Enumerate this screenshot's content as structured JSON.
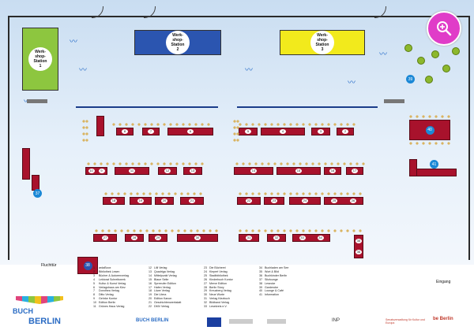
{
  "stations": [
    {
      "label": "Werk-\nshop-\nStation\n1",
      "color": "#8dc63f"
    },
    {
      "label": "Werk-\nshop-\nStation\n2",
      "color": "#2b55b0"
    },
    {
      "label": "Werk-\nshop-\nStation\n3",
      "color": "#f2ea1c"
    }
  ],
  "stands": {
    "row1": [
      "8",
      "7",
      "6",
      "5",
      "4",
      "3",
      "2",
      "1"
    ],
    "row2": [
      "10",
      "9",
      "11",
      "12",
      "13",
      "14",
      "15",
      "16",
      "17",
      "18"
    ],
    "row3": [
      "19",
      "20",
      "21",
      "22",
      "23",
      "24",
      "25",
      "26"
    ],
    "row4": [
      "27",
      "28",
      "29",
      "30",
      "31",
      "32",
      "33",
      "34",
      "35",
      "36"
    ],
    "special": [
      "40",
      "41",
      "38",
      "37",
      "39"
    ]
  },
  "labels": {
    "exit": "Fluchttür",
    "entrance": "Eingang"
  },
  "legend": [
    {
      "n": "1",
      "t": "ardaBoox"
    },
    {
      "n": "2",
      "t": "Bibliothek Lesen"
    },
    {
      "n": "3",
      "t": "Bücher & Autorenverlag"
    },
    {
      "n": "4",
      "t": "Lektorat Schreibwerk"
    },
    {
      "n": "5",
      "t": "Kultur & Kunst Verlag"
    },
    {
      "n": "6",
      "t": "Verlagshaus am Kiez"
    },
    {
      "n": "7",
      "t": "Dorothea Verlag"
    },
    {
      "n": "8",
      "t": "Ditto Verlag"
    },
    {
      "n": "9",
      "t": "Gehrke Kontor"
    },
    {
      "n": "10",
      "t": "Edition Berlin"
    },
    {
      "n": "11",
      "t": "Grünes Haus Verlag"
    },
    {
      "n": "12",
      "t": "Lilli Verlag"
    },
    {
      "n": "13",
      "t": "Quadriga Verlag"
    },
    {
      "n": "14",
      "t": "Mittelpunkt Verlag"
    },
    {
      "n": "15",
      "t": "Blaue Seite"
    },
    {
      "n": "16",
      "t": "Spreeufer Edition"
    },
    {
      "n": "17",
      "t": "Hafen Verlag"
    },
    {
      "n": "18",
      "t": "Löwe Verlag"
    },
    {
      "n": "19",
      "t": "Die Litera"
    },
    {
      "n": "20",
      "t": "Edition Kanon"
    },
    {
      "n": "21",
      "t": "Geschichtenwerkstatt"
    },
    {
      "n": "22",
      "t": "DMV Verlag"
    },
    {
      "n": "23",
      "t": "Die Bücherei"
    },
    {
      "n": "24",
      "t": "Kiepert Verlag"
    },
    {
      "n": "25",
      "t": "Stadtbibliothek"
    },
    {
      "n": "26",
      "t": "Kinderbuch Kontor"
    },
    {
      "n": "27",
      "t": "Merve Edition"
    },
    {
      "n": "28",
      "t": "Berlin Story"
    },
    {
      "n": "29",
      "t": "Kreuzberg Verlag"
    },
    {
      "n": "30",
      "t": "Neue Worte"
    },
    {
      "n": "31",
      "t": "Verlag Kiezbuch"
    },
    {
      "n": "32",
      "t": "Bildband Verlag"
    },
    {
      "n": "33",
      "t": "Lesekreis e.V."
    },
    {
      "n": "34",
      "t": "Buchladen am See"
    },
    {
      "n": "35",
      "t": "Wort & Bild"
    },
    {
      "n": "36",
      "t": "Buchkinder Berlin"
    },
    {
      "n": "37",
      "t": "Sitzlounge"
    },
    {
      "n": "38",
      "t": "Lesecke"
    },
    {
      "n": "39",
      "t": "Garderobe"
    },
    {
      "n": "40",
      "t": "Lounge & Café"
    },
    {
      "n": "41",
      "t": "Information"
    }
  ],
  "footer": {
    "brand_top": "BUCH",
    "brand_bottom": "BERLIN",
    "logo2": "BUCH BERLIN",
    "logo4": "INP",
    "logo5": "Senatsverwaltung für Kultur und Europa",
    "logo6": "be Berlin"
  }
}
